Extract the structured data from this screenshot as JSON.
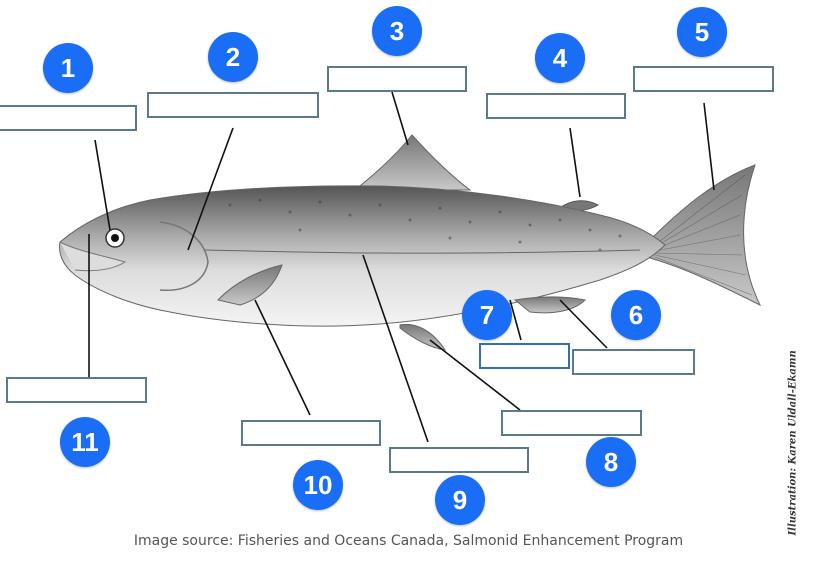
{
  "labels": [
    {
      "number": "1",
      "answer": ""
    },
    {
      "number": "2",
      "answer": ""
    },
    {
      "number": "3",
      "answer": ""
    },
    {
      "number": "4",
      "answer": ""
    },
    {
      "number": "5",
      "answer": ""
    },
    {
      "number": "6",
      "answer": ""
    },
    {
      "number": "7",
      "answer": ""
    },
    {
      "number": "8",
      "answer": ""
    },
    {
      "number": "9",
      "answer": ""
    },
    {
      "number": "10",
      "answer": ""
    },
    {
      "number": "11",
      "answer": ""
    }
  ],
  "source_text": "Image source: Fisheries and Oceans Canada, Salmonid Enhancement Program",
  "credit_text": "Illustration: Karen Uldall-Ekamn",
  "colors": {
    "badge": "#1a6ef5",
    "box_border": "#5a7a8c",
    "box_active": "#2f6fb5",
    "leader": "#111111"
  }
}
